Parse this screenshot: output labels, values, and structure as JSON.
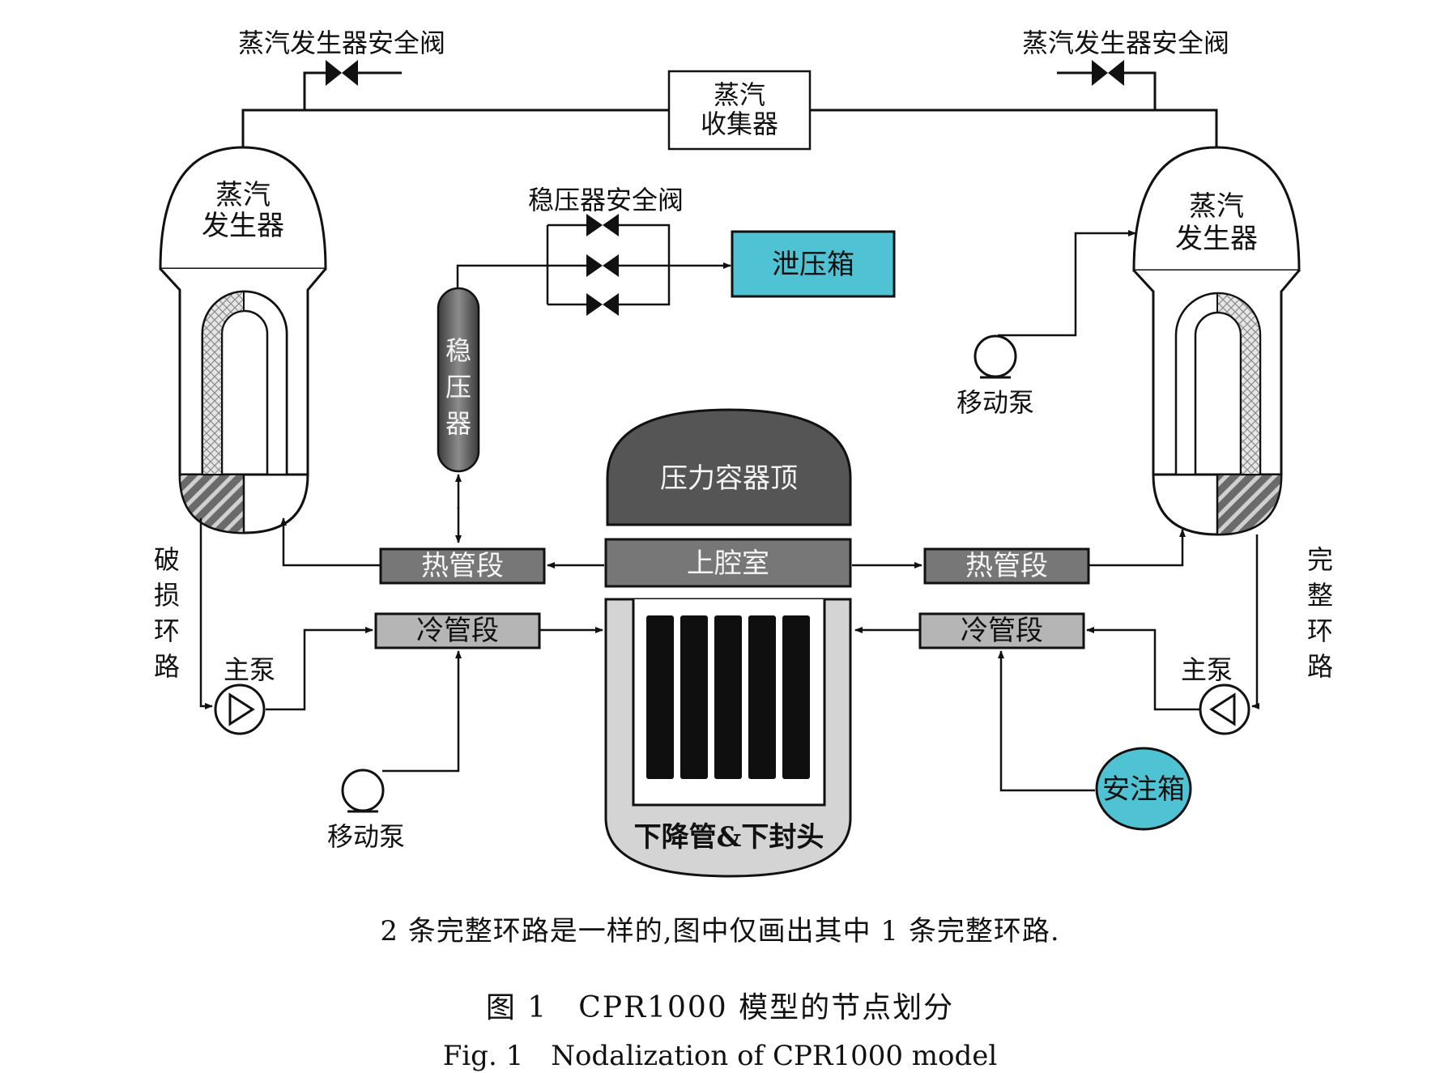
{
  "labels": {
    "sg_safety_valve_left": "蒸汽发生器安全阀",
    "sg_safety_valve_right": "蒸汽发生器安全阀",
    "steam_collector_l1": "蒸汽",
    "steam_collector_l2": "收集器",
    "sg_left_l1": "蒸汽",
    "sg_left_l2": "发生器",
    "sg_right_l1": "蒸汽",
    "sg_right_l2": "发生器",
    "pressurizer_valve": "稳压器安全阀",
    "relief_tank": "泄压箱",
    "pressurizer_c1": "稳",
    "pressurizer_c2": "压",
    "pressurizer_c3": "器",
    "mobile_pump_right": "移动泵",
    "mobile_pump_left": "移动泵",
    "vessel_head": "压力容器顶",
    "upper_plenum": "上腔室",
    "hot_leg_left": "热管段",
    "hot_leg_right": "热管段",
    "cold_leg_left": "冷管段",
    "cold_leg_right": "冷管段",
    "broken_loop_c1": "破",
    "broken_loop_c2": "损",
    "broken_loop_c3": "环",
    "broken_loop_c4": "路",
    "intact_loop_c1": "完",
    "intact_loop_c2": "整",
    "intact_loop_c3": "环",
    "intact_loop_c4": "路",
    "main_pump_left": "主泵",
    "main_pump_right": "主泵",
    "accumulator": "安注箱",
    "downcomer": "下降管&下封头"
  },
  "caption": {
    "note": "2 条完整环路是一样的,图中仅画出其中 1 条完整环路.",
    "figure_cn": "图 1　CPR1000 模型的节点划分",
    "figure_en": "Fig. 1　Nodalization of CPR1000 model"
  },
  "colors": {
    "cyan": "#4fc3d3",
    "dark_gray": "#555555",
    "mid_gray": "#777777",
    "light_gray": "#b5b5b5",
    "pale_gray": "#d4d4d4",
    "core_black": "#0f0f0f"
  }
}
